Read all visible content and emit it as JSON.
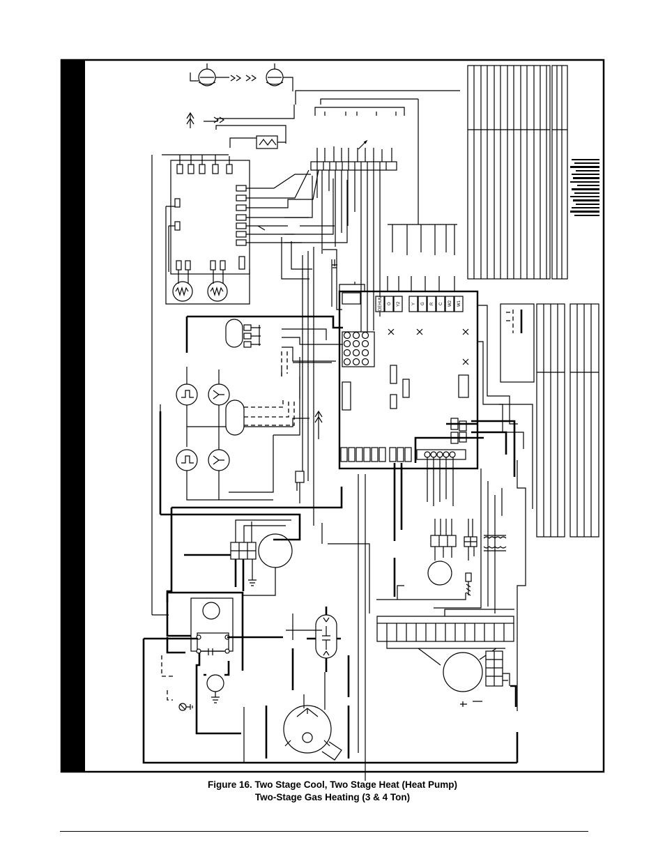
{
  "caption": {
    "line1": "Figure 16. Two Stage Cool, Two Stage Heat (Heat Pump)",
    "line2": "Two-Stage Gas Heating (3 & 4 Ton)"
  },
  "board_terminals": [
    "DEHUM",
    "O",
    "Y2",
    "Y",
    "G",
    "R",
    "C",
    "W2",
    "W1"
  ]
}
